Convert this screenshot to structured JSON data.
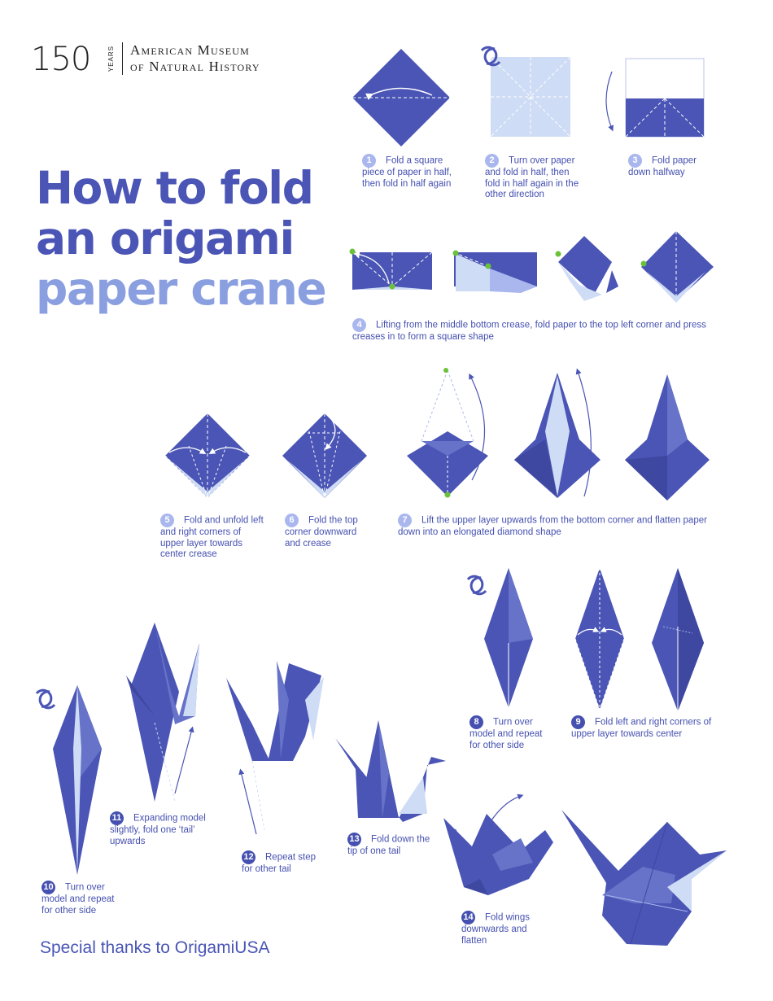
{
  "logo": {
    "anniversary": "150",
    "years_label": "YEARS",
    "museum_line1": "American Museum",
    "museum_line2": "of Natural History"
  },
  "title": {
    "line1": "How to fold",
    "line2": "an origami",
    "line3": "paper crane"
  },
  "steps": [
    {
      "number": "1",
      "text": "Fold a square piece of paper in half, then fold in half again"
    },
    {
      "number": "2",
      "text": "Turn over paper and fold in half, then fold in half again in the other direction"
    },
    {
      "number": "3",
      "text": "Fold paper down halfway"
    },
    {
      "number": "4",
      "text": "Lifting from the middle bottom crease, fold paper to the top left corner and press creases in to form a square shape"
    },
    {
      "number": "5",
      "text": "Fold and unfold left and right corners of upper layer towards center crease"
    },
    {
      "number": "6",
      "text": "Fold the top corner downward and crease"
    },
    {
      "number": "7",
      "text": "Lift the upper layer upwards from the bottom corner and flatten paper down into an elongated diamond shape"
    },
    {
      "number": "8",
      "text": "Turn over model and repeat for other side"
    },
    {
      "number": "9",
      "text": "Fold left and right corners of upper layer towards center"
    },
    {
      "number": "10",
      "text": "Turn over model and repeat for other side"
    },
    {
      "number": "11",
      "text": "Expanding model slightly, fold one ‘tail’ upwards"
    },
    {
      "number": "12",
      "text": "Repeat step for other tail"
    },
    {
      "number": "13",
      "text": "Fold down the tip of one tail"
    },
    {
      "number": "14",
      "text": "Fold wings downwards and flatten"
    }
  ],
  "footer": {
    "thanks": "Special thanks to OrigamiUSA"
  },
  "colors": {
    "paper_dark": "#4a55b5",
    "paper_mid": "#6673c8",
    "paper_light": "#cfdcf5",
    "accent_green": "#6ac23a"
  }
}
